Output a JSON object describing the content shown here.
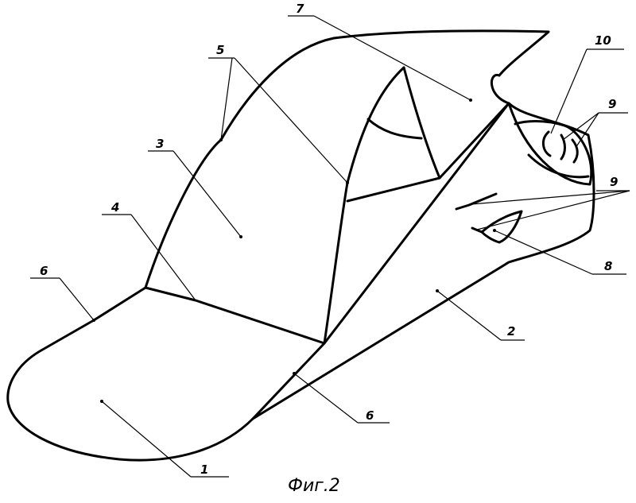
{
  "caption": "Фиг.2",
  "labels": {
    "l1": "1",
    "l2": "2",
    "l3": "3",
    "l4": "4",
    "l5": "5",
    "l6_left": "6",
    "l6_bottom": "6",
    "l7": "7",
    "l8": "8",
    "l9_top": "9",
    "l9_right": "9",
    "l10": "10"
  },
  "colors": {
    "ink": "#000000",
    "paper": "#ffffff"
  }
}
